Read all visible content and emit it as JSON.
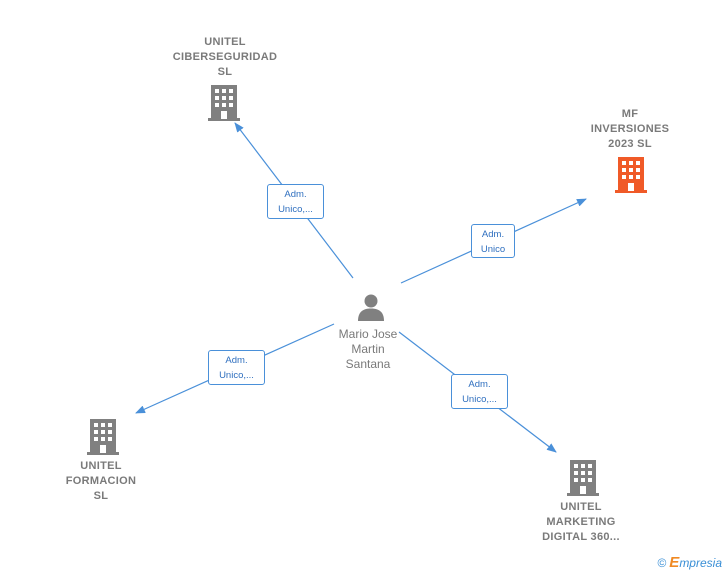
{
  "center": {
    "name": "Mario Jose\nMartin\nSantana",
    "icon": "person-icon"
  },
  "companies": [
    {
      "id": "ciberseguridad",
      "name": "UNITEL\nCIBERSEGURIDAD\nSL",
      "icon": "building-icon",
      "color": "#808080"
    },
    {
      "id": "mf-inversiones",
      "name": "MF\nINVERSIONES\n2023  SL",
      "icon": "building-icon",
      "color": "#f05a28"
    },
    {
      "id": "formacion",
      "name": "UNITEL\nFORMACION\nSL",
      "icon": "building-icon",
      "color": "#808080"
    },
    {
      "id": "marketing",
      "name": "UNITEL\nMARKETING\nDIGITAL 360...",
      "icon": "building-icon",
      "color": "#808080"
    }
  ],
  "relations": [
    {
      "to": "ciberseguridad",
      "label": "Adm.\nUnico,..."
    },
    {
      "to": "mf-inversiones",
      "label": "Adm.\nUnico"
    },
    {
      "to": "formacion",
      "label": "Adm.\nUnico,..."
    },
    {
      "to": "marketing",
      "label": "Adm.\nUnico,..."
    }
  ],
  "footer": {
    "copyright_symbol": "©",
    "brand_initial": "E",
    "brand_rest": "mpresia"
  },
  "colors": {
    "edge": "#4a90d9",
    "building_default": "#808080",
    "building_highlight": "#f05a28"
  }
}
